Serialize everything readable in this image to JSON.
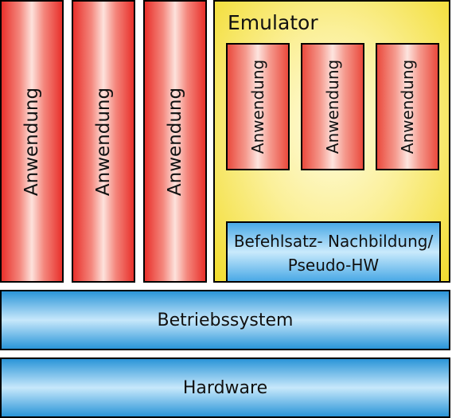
{
  "applications": [
    {
      "label": "Anwendung"
    },
    {
      "label": "Anwendung"
    },
    {
      "label": "Anwendung"
    }
  ],
  "emulator": {
    "title": "Emulator",
    "applications": [
      {
        "label": "Anwendung"
      },
      {
        "label": "Anwendung"
      },
      {
        "label": "Anwendung"
      }
    ],
    "instruction_set": {
      "line1": "Befehlsatz- Nachbildung/",
      "line2": "Pseudo-HW"
    }
  },
  "operating_system": {
    "label": "Betriebssystem"
  },
  "hardware": {
    "label": "Hardware"
  },
  "colors": {
    "application": "#e8302b",
    "emulator": "#f2dc2e",
    "layer": "#2a95d8"
  }
}
